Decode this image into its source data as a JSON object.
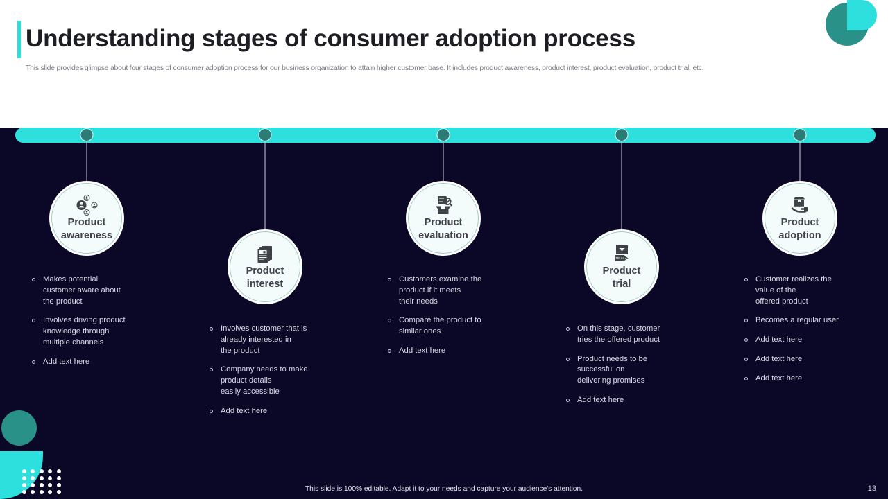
{
  "header": {
    "title": "Understanding stages of consumer adoption process",
    "subtitle": "This slide provides glimpse about four stages of consumer adoption process for our business organization to attain higher customer base. It includes product awareness, product interest, product evaluation, product trial, etc."
  },
  "theme": {
    "background": "#0b0726",
    "header_background": "#ffffff",
    "accent_cyan": "#2ee0dd",
    "accent_teal": "#2a9188",
    "marker_color": "#2a7d76",
    "circle_fill": "#f4fbfb",
    "body_text": "#d9d7e4"
  },
  "stages": [
    {
      "id": "product-awareness",
      "label": "Product\nawareness",
      "icon": "people-network-icon",
      "bullets": [
        "Makes potential\ncustomer aware about\nthe product",
        "Involves  driving  product\nknowledge  through\nmultiple channels",
        "Add text here"
      ]
    },
    {
      "id": "product-interest",
      "label": "Product\ninterest",
      "icon": "brochure-documents-icon",
      "bullets": [
        "Involves  customer that is\nalready interested in\nthe product",
        "Company  needs  to make\nproduct  details\neasily accessible",
        "Add text here"
      ]
    },
    {
      "id": "product-evaluation",
      "label": "Product\nevaluation",
      "icon": "box-checklist-magnifier-icon",
      "bullets": [
        "Customers  examine the\nproduct  if it meets\ntheir needs",
        "Compare  the product to\nsimilar ones",
        "Add text here"
      ]
    },
    {
      "id": "product-trial",
      "label": "Product\ntrial",
      "icon": "trial-tag-box-icon",
      "bullets": [
        "On this stage, customer\ntries the offered  product",
        "Product needs  to be\nsuccessful on\ndelivering  promises",
        "Add text here"
      ]
    },
    {
      "id": "product-adoption",
      "label": "Product\nadoption",
      "icon": "hand-holding-box-icon",
      "bullets": [
        "Customer realizes the\nvalue  of the\noffered  product",
        "Becomes a regular  user",
        "Add text here",
        "Add text here",
        "Add text here"
      ]
    }
  ],
  "footer": {
    "note": "This slide is 100% editable. Adapt it to your needs and capture your audience's attention.",
    "page_number": "13"
  }
}
